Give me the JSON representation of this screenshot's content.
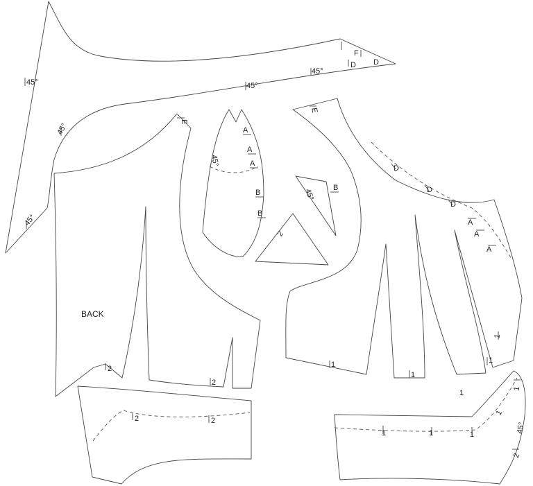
{
  "back_label": "BACK",
  "marks": {
    "deg45": "45°",
    "A": "A",
    "B": "B",
    "D": "D",
    "F": "F",
    "E": "E",
    "one": "1",
    "two": "2"
  }
}
